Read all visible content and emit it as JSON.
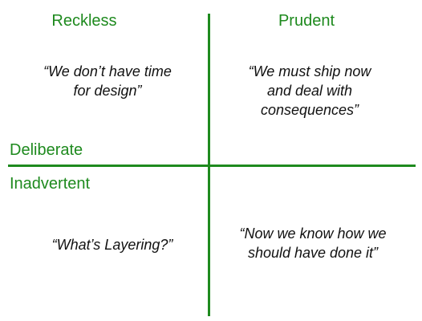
{
  "colors": {
    "accent": "#1e8a1e",
    "text": "#111111"
  },
  "columns": {
    "left": "Reckless",
    "right": "Prudent"
  },
  "rows": {
    "top": "Deliberate",
    "bottom": "Inadvertent"
  },
  "quadrants": {
    "top_left": [
      "“We don’t have time",
      "for design”"
    ],
    "top_right": [
      "“We must ship now",
      "and deal with",
      "consequences”"
    ],
    "bottom_left": [
      "“What’s Layering?”"
    ],
    "bottom_right": [
      "“Now we know how we",
      "should have done it”"
    ]
  }
}
